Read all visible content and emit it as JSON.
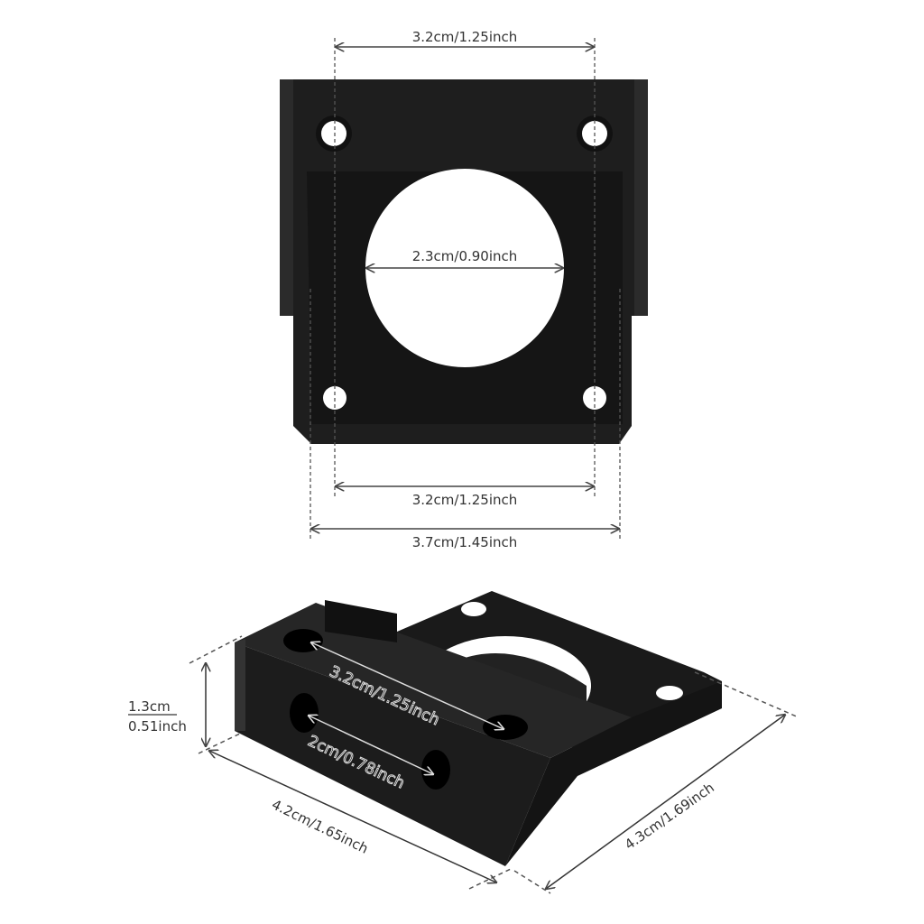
{
  "top_view": {
    "hole_spacing_top": "3.2cm/1.25inch",
    "center_hole_diameter": "2.3cm/0.90inch",
    "hole_spacing_bottom": "3.2cm/1.25inch",
    "plate_width": "3.7cm/1.45inch"
  },
  "side_view": {
    "height_cm": "1.3cm",
    "height_inch": "0.51inch",
    "slot_spacing_top": "3.2cm/1.25inch",
    "slot_spacing_bottom": "2cm/0.78inch",
    "length": "4.2cm/1.65inch",
    "depth": "4.3cm/1.69inch"
  },
  "colors": {
    "metal": "#1c1c1c",
    "dimension_line": "#444444"
  }
}
